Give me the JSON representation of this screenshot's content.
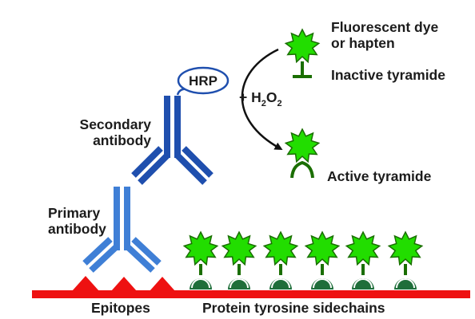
{
  "labels": {
    "dye_line1": "Fluorescent dye",
    "dye_line2": "or hapten",
    "inactive": "Inactive tyramide",
    "hrp": "HRP",
    "reaction_prefix": "+ H",
    "reaction_sub1": "2",
    "reaction_o": "O",
    "reaction_sub2": "2",
    "secondary_line1": "Secondary",
    "secondary_line2": "antibody",
    "active": "Active tyramide",
    "primary_line1": "Primary",
    "primary_line2": "antibody",
    "epitopes": "Epitopes",
    "sidechains": "Protein tyrosine sidechains"
  },
  "colors": {
    "star_fill": "#22dd00",
    "star_stroke": "#1a6e00",
    "antibody": "#1f4fae",
    "antibody_light": "#3f7fd6",
    "membrane": "#ee1111",
    "arrow": "#111111"
  }
}
